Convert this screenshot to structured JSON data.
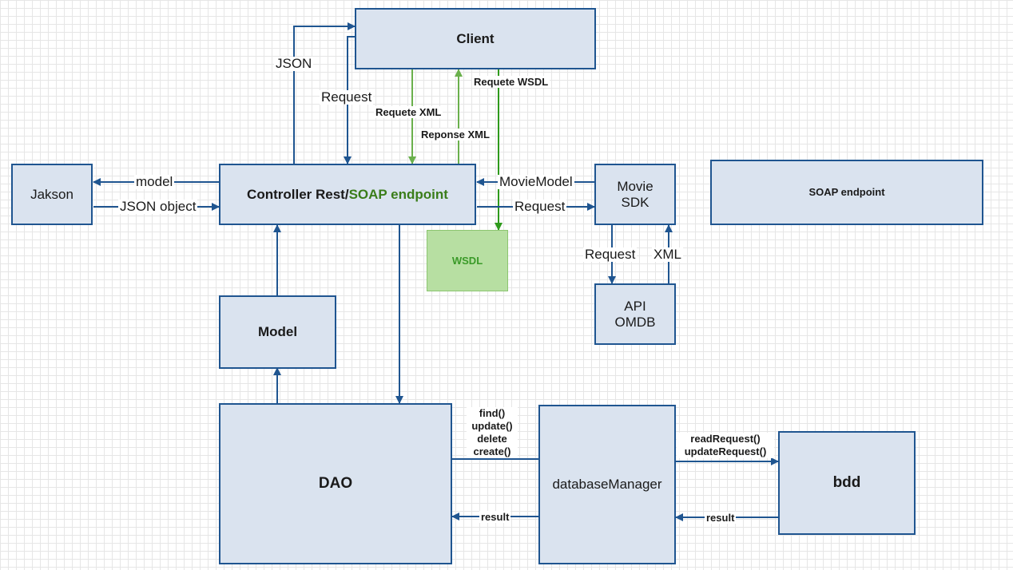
{
  "nodes": {
    "client": "Client",
    "controller_main": "Controller Rest/",
    "controller_accent": "SOAP endpoint",
    "jakson": "Jakson",
    "movie_sdk_1": "Movie",
    "movie_sdk_2": "SDK",
    "soap_endpoint": "SOAP endpoint",
    "wsdl": "WSDL",
    "api_1": "API",
    "api_2": "OMDB",
    "model": "Model",
    "dao": "DAO",
    "database_manager": "databaseManager",
    "bdd": "bdd"
  },
  "edges": {
    "json": "JSON",
    "request_client": "Request",
    "requete_xml": "Requete XML",
    "reponse_xml": "Reponse XML",
    "requete_wsdl": "Requete WSDL",
    "model": "model",
    "json_object": "JSON object",
    "movie_model": "MovieModel",
    "request_sdk": "Request",
    "request_api": "Request",
    "xml": "XML",
    "dao_ops": [
      "find()",
      "update()",
      "delete",
      "create()"
    ],
    "result_dao": "result",
    "db_ops": [
      "readRequest()",
      "updateRequest()"
    ],
    "result_db": "result"
  },
  "colors": {
    "blue": "#1f5590",
    "green": "#2e9a1c",
    "green_box": "#b7dfa2",
    "node_fill": "#dae3ef"
  }
}
